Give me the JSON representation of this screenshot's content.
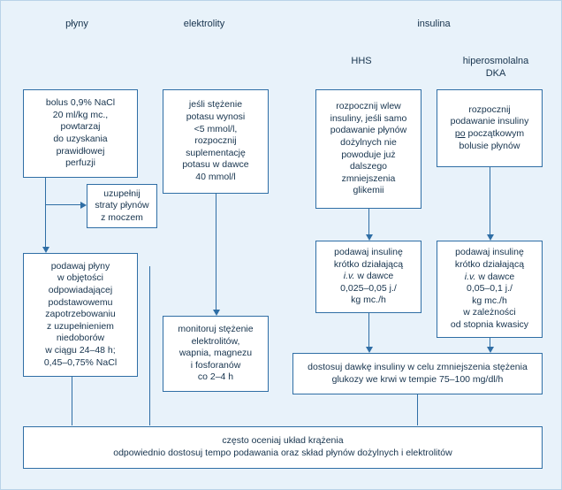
{
  "diagram": {
    "background_color": "#e8f2fa",
    "border_color": "#2f6ea5",
    "text_color": "#16334d",
    "column_titles": [
      {
        "id": "plyny",
        "label": "płyny"
      },
      {
        "id": "elektrolity",
        "label": "elektrolity"
      },
      {
        "id": "insulina",
        "label": "insulina"
      }
    ],
    "sub_titles": [
      {
        "id": "hhs",
        "label": "HHS"
      },
      {
        "id": "hiperosmolalna-dka",
        "label": "hiperosmolalna\nDKA"
      }
    ],
    "boxes": [
      {
        "id": "bolus-nacl",
        "text": "bolus 0,9% NaCl\n20 ml/kg mc.,\npowtarzaj\ndo uzyskania\nprawidłowej\nperfuzji"
      },
      {
        "id": "uzupelnij-straty",
        "text": "uzupełnij\nstraty płynów\nz moczem"
      },
      {
        "id": "podawaj-plyny",
        "text": "podawaj płyny\nw objętości\nodpowiadającej\npodstawowemu\nzapotrzebowaniu\nz uzupełnieniem\nniedoborów\nw ciągu 24–48 h;\n0,45–0,75% NaCl"
      },
      {
        "id": "stezenie-potasu",
        "text": "jeśli stężenie\npotasu wynosi\n<5 mmol/l,\nrozpocznij\nsuplementację\npotasu w dawce\n40 mmol/l"
      },
      {
        "id": "monitoruj-elektrolity",
        "text": "monitoruj stężenie\nelektrolitów,\nwapnia, magnezu\ni fosforanów\nco 2–4 h"
      },
      {
        "id": "rozpocznij-wlew-insuliny",
        "text": "rozpocznij wlew\ninsuliny, jeśli samo\npodawanie płynów\ndożylnych nie\npowoduje już\ndalszego\nzmniejszenia\nglikemii"
      },
      {
        "id": "rozpocznij-podawanie-insuliny",
        "text": "rozpocznij\npodawanie insuliny\npo początkowym\nbolusie płynów",
        "underline_word": "po"
      },
      {
        "id": "podawaj-insuline-hhs",
        "text": "podawaj insulinę\nkrótko działającą\ni.v. w dawce\n0,025–0,05 j./\nkg mc./h",
        "italic_line": 2
      },
      {
        "id": "podawaj-insuline-dka",
        "text": "podawaj insulinę\nkrótko działającą\ni.v. w dawce\n0,05–0,1 j./\nkg mc./h\nw zależności\nod stopnia kwasicy",
        "italic_line": 2
      },
      {
        "id": "dostosuj-dawke",
        "text": "dostosuj dawkę insuliny w celu zmniejszenia stężenia\nglukozy we krwi w tempie 75–100 mg/dl/h"
      },
      {
        "id": "oceniaj-uklad-krazenia",
        "text": "często oceniaj układ krążenia\nodpowiednio dostosuj tempo podawania oraz skład płynów dożylnych i elektrolitów"
      }
    ]
  }
}
